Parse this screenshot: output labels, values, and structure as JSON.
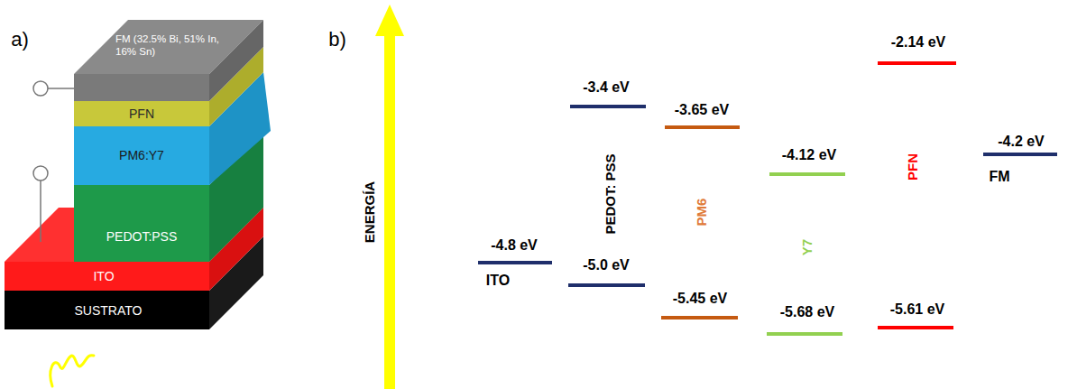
{
  "diagram": {
    "nodes": [
      {
        "text": [
          "FM (32.5% Bi, 51% In, 16% Sn)"
        ]
      },
      {
        "text": [
          "PFN"
        ]
      },
      {
        "text": [
          "PM6:Y7"
        ]
      },
      {
        "text": [
          "PEDOT:PSS"
        ]
      },
      {
        "text": [
          "ITO"
        ]
      },
      {
        "text": [
          "SUSTRATO"
        ]
      }
    ],
    "labels": [
      "a)",
      "b)",
      "ENERGÍA",
      "-4.8 eV",
      "ITO",
      "-3.4 eV",
      "PEDOT: PSS",
      "-5.0 eV",
      "-3.65 eV",
      "PM6",
      "-5.45 eV",
      "-4.12 eV",
      "Y7",
      "-5.68 eV",
      "-2.14 eV",
      "PFN",
      "-5.61 eV",
      "-4.2 eV",
      "FM"
    ]
  }
}
